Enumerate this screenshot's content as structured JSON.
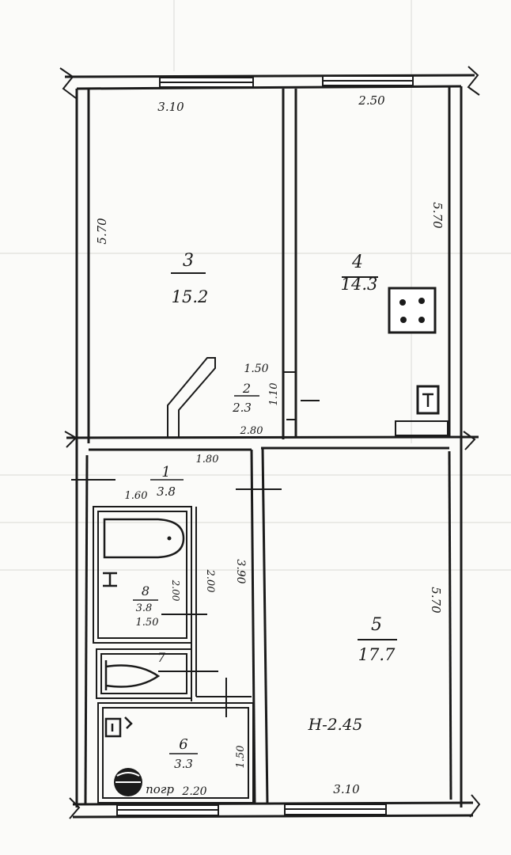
{
  "rooms": [
    {
      "id": "3",
      "area": "15.2"
    },
    {
      "id": "4",
      "area": "14.3"
    },
    {
      "id": "2",
      "area": "2.3"
    },
    {
      "id": "1",
      "area": "3.8"
    },
    {
      "id": "8",
      "area": "3.8"
    },
    {
      "id": "7",
      "area": ""
    },
    {
      "id": "6",
      "area": "3.3"
    },
    {
      "id": "5",
      "area": "17.7"
    }
  ],
  "dimensions": {
    "room3_width": "3.10",
    "room3_length": "5.70",
    "room4_width": "2.50",
    "room4_length": "5.70",
    "room2_width": "1.50",
    "room2_length": "1.10",
    "room2_bottom": "2.80",
    "room1_left": "1.60",
    "room1_top": "1.80",
    "room1_length": "3.90",
    "room8_length": "2.00",
    "room8_width": "1.50",
    "room8_height": "2.00",
    "room6_width": "2.20",
    "room6_length": "1.50",
    "room5_width": "3.10",
    "room5_length": "5.70"
  },
  "notes": {
    "ceiling_height": "H-2.45",
    "cellar": "погр"
  }
}
